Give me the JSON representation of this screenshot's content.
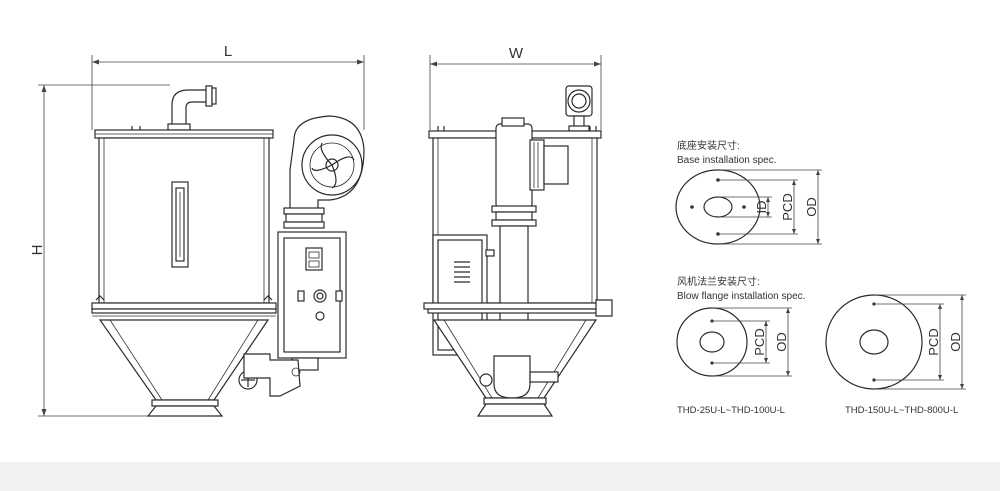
{
  "dimensions": {
    "length": "L",
    "width": "W",
    "height": "H"
  },
  "base_spec": {
    "title_cn": "底座安装尺寸:",
    "title_en": "Base installation spec.",
    "labels": [
      "ID",
      "PCD",
      "OD"
    ]
  },
  "flange_spec": {
    "title_cn": "风机法兰安装尺寸:",
    "title_en": "Blow flange installation spec.",
    "small": {
      "labels": [
        "PCD",
        "OD"
      ],
      "caption": "THD-25U-L~THD-100U-L"
    },
    "large": {
      "labels": [
        "PCD",
        "OD"
      ],
      "caption": "THD-150U-L~THD-800U-L"
    }
  }
}
